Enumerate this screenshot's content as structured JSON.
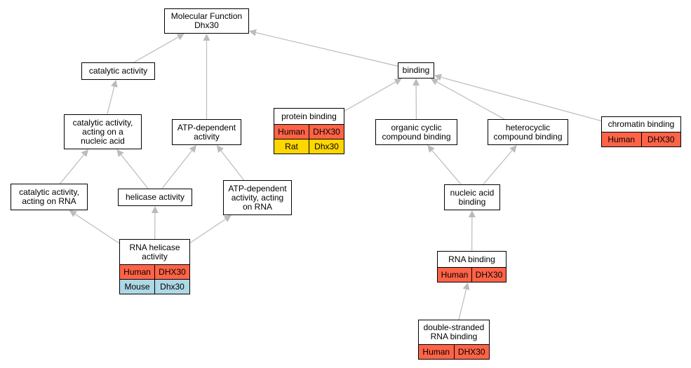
{
  "colors": {
    "edge": "#bbbbbb",
    "human": "#ff6347",
    "rat": "#ffd700",
    "mouse": "#add8e6"
  },
  "nodes": {
    "molecular_function": [
      "Molecular Function",
      "Dhx30"
    ],
    "catalytic_activity": [
      "catalytic activity"
    ],
    "binding": [
      "binding"
    ],
    "catalytic_nucleic": [
      "catalytic activity,",
      "acting on a",
      "nucleic acid"
    ],
    "atp_dependent": [
      "ATP-dependent",
      "activity"
    ],
    "protein_binding": [
      "protein binding"
    ],
    "organic_cyclic": [
      "organic cyclic",
      "compound binding"
    ],
    "heterocyclic": [
      "heterocyclic",
      "compound binding"
    ],
    "chromatin_binding": [
      "chromatin binding"
    ],
    "catalytic_rna": [
      "catalytic activity,",
      "acting on RNA"
    ],
    "helicase": [
      "helicase activity"
    ],
    "atp_dependent_rna": [
      "ATP-dependent",
      "activity, acting",
      "on RNA"
    ],
    "nucleic_acid_binding": [
      "nucleic acid",
      "binding"
    ],
    "rna_helicase": [
      "RNA helicase",
      "activity"
    ],
    "rna_binding": [
      "RNA binding"
    ],
    "ds_rna_binding": [
      "double-stranded",
      "RNA binding"
    ]
  },
  "annotations": {
    "protein_binding": [
      {
        "species": "Human",
        "gene": "DHX30",
        "color": "#ff6347"
      },
      {
        "species": "Rat",
        "gene": "Dhx30",
        "color": "#ffd700"
      }
    ],
    "chromatin_binding": [
      {
        "species": "Human",
        "gene": "DHX30",
        "color": "#ff6347"
      }
    ],
    "rna_helicase": [
      {
        "species": "Human",
        "gene": "DHX30",
        "color": "#ff6347"
      },
      {
        "species": "Mouse",
        "gene": "Dhx30",
        "color": "#add8e6"
      }
    ],
    "rna_binding": [
      {
        "species": "Human",
        "gene": "DHX30",
        "color": "#ff6347"
      }
    ],
    "ds_rna_binding": [
      {
        "species": "Human",
        "gene": "DHX30",
        "color": "#ff6347"
      }
    ]
  },
  "edges": [
    [
      "catalytic_activity",
      "molecular_function"
    ],
    [
      "atp_dependent",
      "molecular_function"
    ],
    [
      "binding",
      "molecular_function"
    ],
    [
      "catalytic_nucleic",
      "catalytic_activity"
    ],
    [
      "protein_binding",
      "binding"
    ],
    [
      "organic_cyclic",
      "binding"
    ],
    [
      "heterocyclic",
      "binding"
    ],
    [
      "chromatin_binding",
      "binding"
    ],
    [
      "catalytic_rna",
      "catalytic_nucleic"
    ],
    [
      "helicase",
      "catalytic_nucleic"
    ],
    [
      "helicase",
      "atp_dependent"
    ],
    [
      "atp_dependent_rna",
      "atp_dependent"
    ],
    [
      "nucleic_acid_binding",
      "organic_cyclic"
    ],
    [
      "nucleic_acid_binding",
      "heterocyclic"
    ],
    [
      "rna_helicase",
      "catalytic_rna"
    ],
    [
      "rna_helicase",
      "helicase"
    ],
    [
      "rna_helicase",
      "atp_dependent_rna"
    ],
    [
      "rna_binding",
      "nucleic_acid_binding"
    ],
    [
      "ds_rna_binding",
      "rna_binding"
    ]
  ]
}
